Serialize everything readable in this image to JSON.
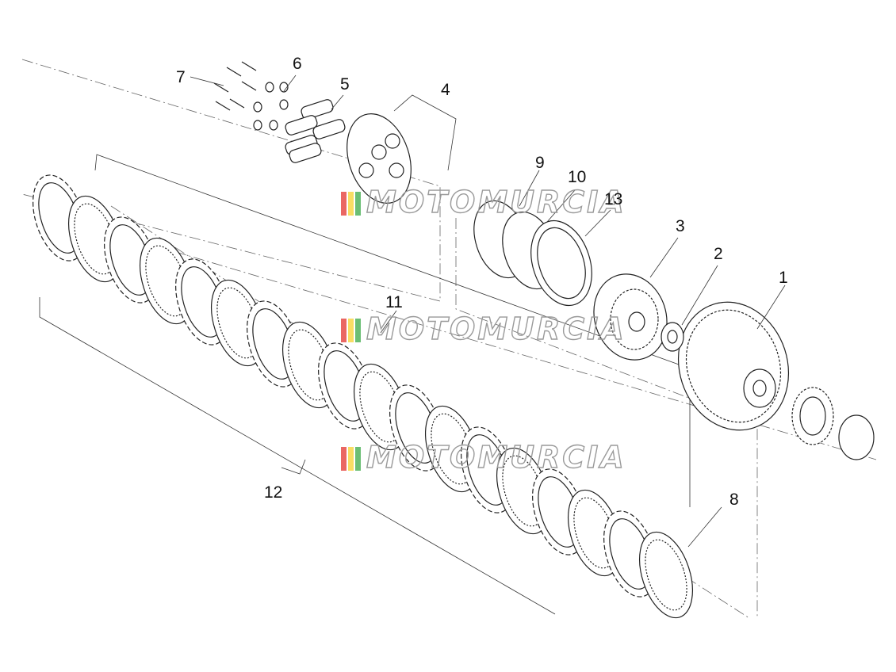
{
  "diagram": {
    "callouts": [
      "1",
      "2",
      "3",
      "4",
      "5",
      "6",
      "7",
      "8",
      "9",
      "10",
      "11",
      "12",
      "13"
    ],
    "watermark": "MOTOMURCIA",
    "watermark_colors": [
      "#e3342f",
      "#f6d130",
      "#39a845"
    ]
  }
}
